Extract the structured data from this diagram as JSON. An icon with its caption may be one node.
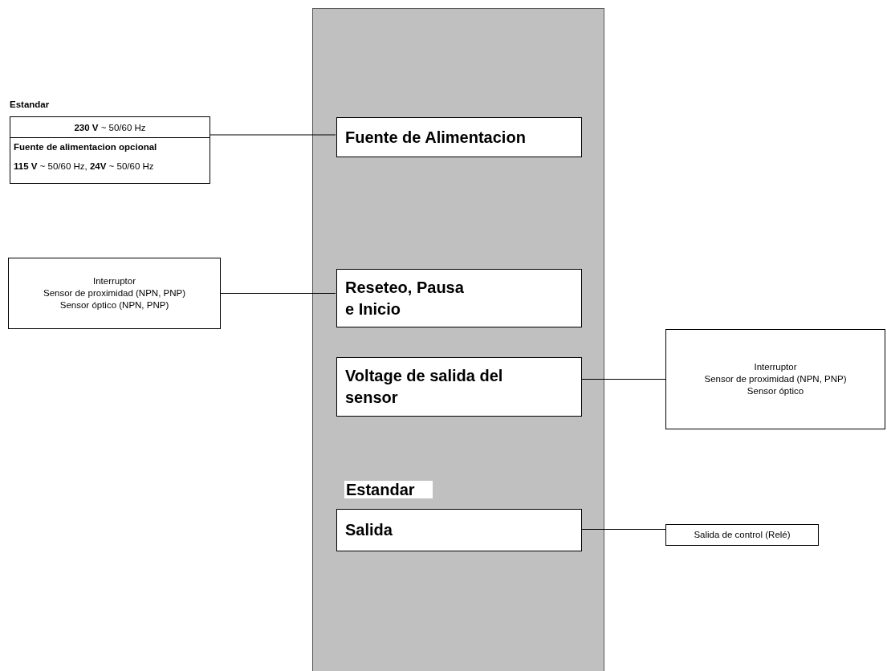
{
  "diagram": {
    "nodes": [
      {
        "text": [],
        "shape": "box"
      },
      {
        "text": [
          "Fuente de Alimentacion"
        ],
        "in": 0
      },
      {
        "text": [
          "Reseteo, Pausa e Inicio"
        ],
        "in": 0
      },
      {
        "text": [
          "Voltage de salida del sensor"
        ],
        "in": 0
      },
      {
        "text": [
          "Estandar"
        ],
        "in": 0
      },
      {
        "text": [
          "Salida"
        ],
        "in": 0
      },
      {
        "text": [
          "Estandar",
          "**230 V** ~ 50/60 Hz",
          "Fuente de alimentacion opcional",
          "**115 V** ~ 50/60 Hz, **24V** ~ 50/60 Hz"
        ]
      },
      {
        "text": [
          "Interruptor",
          "Sensor de proximidad (NPN, PNP)",
          "Sensor óptico (NPN, PNP)"
        ]
      },
      {
        "text": [
          "Interruptor",
          "Sensor de proximidad (NPN, PNP)",
          "Sensor óptico"
        ]
      },
      {
        "text": [
          "Salida de control (Relé)"
        ]
      }
    ],
    "edges": [
      {
        "from": 6,
        "to": 1,
        "arrow": "none"
      },
      {
        "from": 7,
        "to": 2,
        "arrow": "none"
      },
      {
        "from": 3,
        "to": 8,
        "arrow": "none"
      },
      {
        "from": 5,
        "to": 9,
        "arrow": "none"
      }
    ]
  }
}
